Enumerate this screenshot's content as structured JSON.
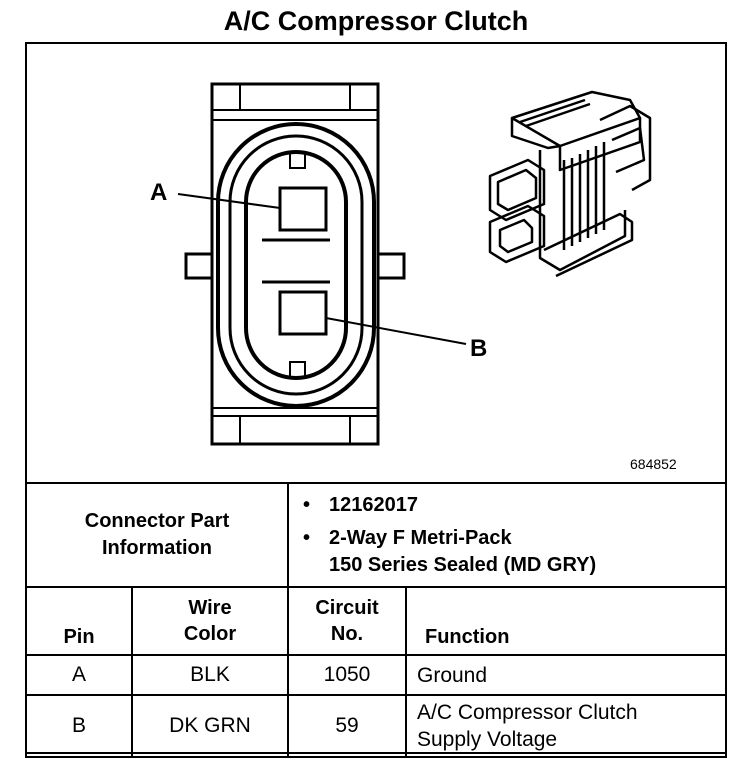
{
  "title": "A/C Compressor Clutch",
  "figure_number": "684852",
  "callouts": {
    "a": "A",
    "b": "B"
  },
  "connector_info": {
    "label_line1": "Connector Part",
    "label_line2": "Information",
    "part_number": "12162017",
    "description_line1": "2-Way F Metri-Pack",
    "description_line2": "150 Series Sealed (MD GRY)"
  },
  "table": {
    "headers": {
      "pin": "Pin",
      "wire_color_line1": "Wire",
      "wire_color_line2": "Color",
      "circuit_line1": "Circuit",
      "circuit_line2": "No.",
      "function": "Function"
    },
    "rows": [
      {
        "pin": "A",
        "wire_color": "BLK",
        "circuit": "1050",
        "function_line1": "Ground",
        "function_line2": ""
      },
      {
        "pin": "B",
        "wire_color": "DK GRN",
        "circuit": "59",
        "function_line1": "A/C Compressor Clutch",
        "function_line2": "Supply Voltage"
      }
    ]
  }
}
